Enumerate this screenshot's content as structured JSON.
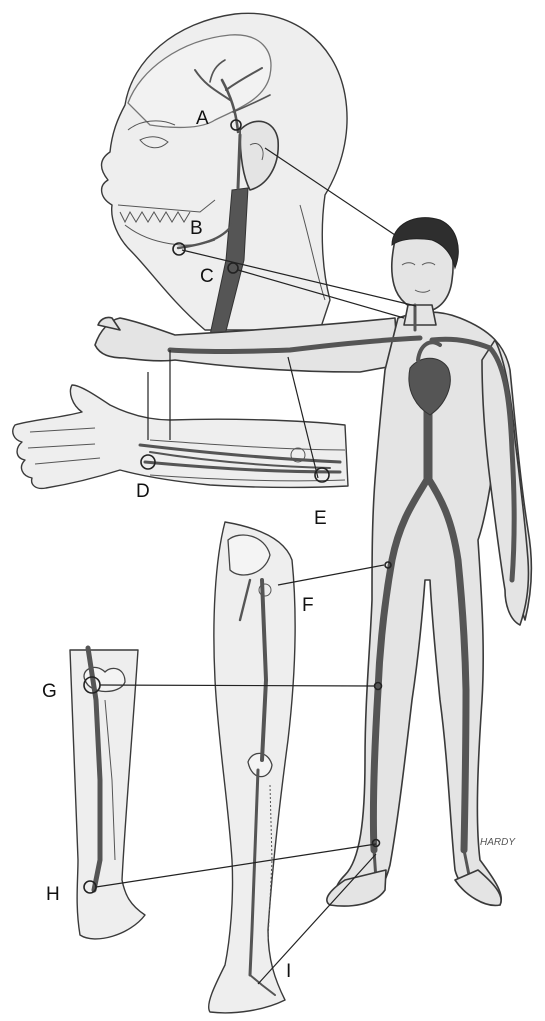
{
  "labels": {
    "A": "A",
    "B": "B",
    "C": "C",
    "D": "D",
    "E": "E",
    "F": "F",
    "G": "G",
    "H": "H",
    "I": "I"
  },
  "signature": "HARDY",
  "colors": {
    "skin": "#e4e4e4",
    "artery": "#555555",
    "outline": "#3a3a3a",
    "background": "#ffffff"
  }
}
